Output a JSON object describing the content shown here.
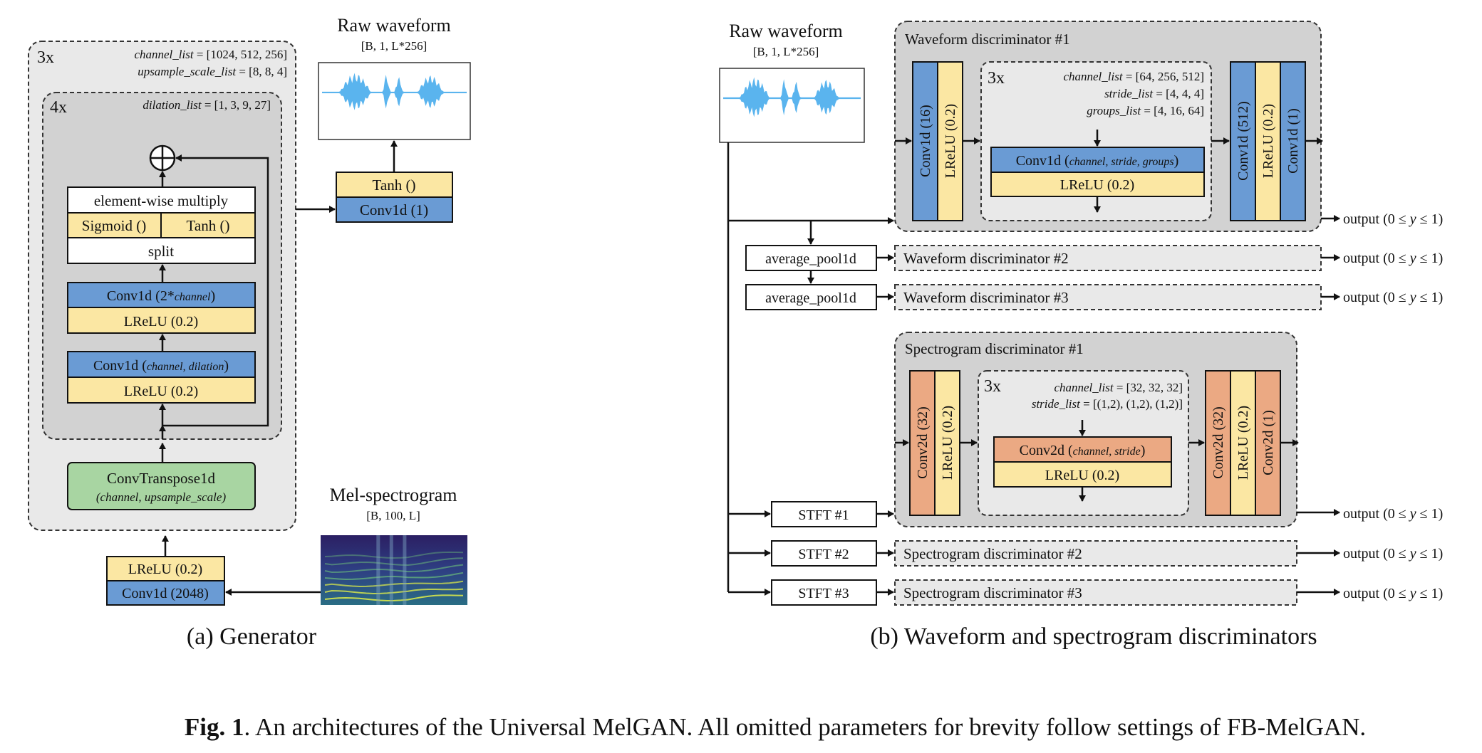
{
  "colors": {
    "blue": "#6a9bd4",
    "yellow": "#fbe7a3",
    "green": "#a8d5a2",
    "orange": "#eba983",
    "white": "#ffffff",
    "gray_dark": "#d2d2d2",
    "gray_light": "#e9e9e9",
    "waveform": "#5ab4ee"
  },
  "generator": {
    "outer_rep": "3x",
    "channel_list_key": "channel_list",
    "channel_list_val": " = [1024, 512, 256]",
    "upsample_key": "upsample_scale_list",
    "upsample_val": " = [8, 8, 4]",
    "inner_rep": "4x",
    "dilation_key": "dilation_list",
    "dilation_val": " = [1, 3, 9, 27]",
    "ewm": "element-wise multiply",
    "sigmoid": "Sigmoid ()",
    "tanh": "Tanh ()",
    "split": "split",
    "conv_ch2_a": "Conv1d (2*",
    "conv_ch2_b": "channel",
    "conv_ch2_c": ")",
    "lrelu1": "LReLU (0.2)",
    "conv_cd_a": "Conv1d (",
    "conv_cd_b": "channel, dilation",
    "conv_cd_c": ")",
    "lrelu2": "LReLU (0.2)",
    "convT_1": "ConvTranspose1d",
    "convT_2": "(channel, upsample_scale)",
    "in_lrelu": "LReLU (0.2)",
    "in_conv": "Conv1d (2048)",
    "out_title": "Raw waveform",
    "out_shape": "[B, 1, L*256]",
    "out_tanh": "Tanh ()",
    "out_conv": "Conv1d (1)",
    "mel_title": "Mel-spectrogram",
    "mel_shape": "[B, 100, L]",
    "caption": "(a) Generator"
  },
  "discriminators": {
    "in_title": "Raw waveform",
    "in_shape": "[B, 1, L*256]",
    "wd1_title": "Waveform discriminator #1",
    "wd_conv16": "Conv1d (16)",
    "wd_lrelu_a": "LReLU (0.2)",
    "wd_rep": "3x",
    "wd_ch_key": "channel_list",
    "wd_ch_val": " = [64, 256, 512]",
    "wd_stride_key": "stride_list",
    "wd_stride_val": " = [4, 4, 4]",
    "wd_groups_key": "groups_list",
    "wd_groups_val": " = [4, 16, 64]",
    "wd_inner_conv_a": "Conv1d (",
    "wd_inner_conv_b": "channel, stride, groups",
    "wd_inner_conv_c": ")",
    "wd_inner_lrelu": "LReLU (0.2)",
    "wd_conv512": "Conv1d (512)",
    "wd_lrelu_b": "LReLU (0.2)",
    "wd_conv1": "Conv1d (1)",
    "pool1": "average_pool1d",
    "pool2": "average_pool1d",
    "wd2": "Waveform discriminator #2",
    "wd3": "Waveform discriminator #3",
    "sd1_title": "Spectrogram discriminator #1",
    "sd_conv32": "Conv2d (32)",
    "sd_lrelu_a": "LReLU (0.2)",
    "sd_rep": "3x",
    "sd_ch_key": "channel_list",
    "sd_ch_val": " = [32, 32, 32]",
    "sd_stride_key": "stride_list",
    "sd_stride_val": " = [(1,2), (1,2), (1,2)]",
    "sd_inner_conv_a": "Conv2d (",
    "sd_inner_conv_b": "channel, stride",
    "sd_inner_conv_c": ")",
    "sd_inner_lrelu": "LReLU (0.2)",
    "sd_conv32b": "Conv2d (32)",
    "sd_lrelu_b": "LReLU (0.2)",
    "sd_conv1": "Conv2d (1)",
    "stft1": "STFT #1",
    "stft2": "STFT #2",
    "stft3": "STFT #3",
    "sd2": "Spectrogram discriminator #2",
    "sd3": "Spectrogram discriminator #3",
    "out_a": "output (0 ≤ ",
    "out_b": "y",
    "out_c": " ≤ 1)",
    "caption": "(b) Waveform and spectrogram discriminators"
  },
  "figure_caption": {
    "label": "Fig. 1",
    "text": ". An architectures of the Universal MelGAN. All omitted parameters for brevity follow settings of FB-MelGAN."
  }
}
